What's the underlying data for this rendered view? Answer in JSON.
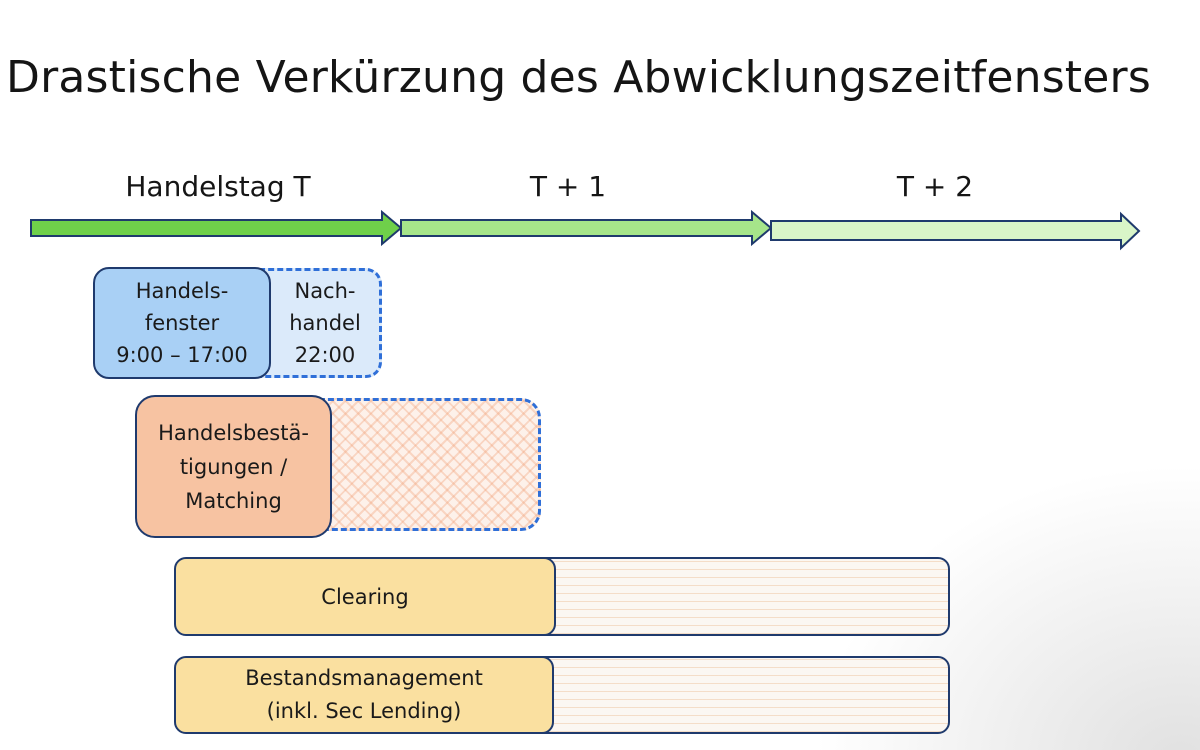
{
  "title": "Drastische Verkürzung des Abwicklungszeitfensters",
  "timeline": {
    "days": [
      {
        "label": "Handelstag T",
        "color": "#6fd04a"
      },
      {
        "label": "T + 1",
        "color": "#a6e58a"
      },
      {
        "label": "T + 2",
        "color": "#d9f5c8"
      }
    ],
    "outline_color": "#1f3a6d"
  },
  "boxes": {
    "handelsfenster": {
      "text": "Handels-\nfenster\n9:00 – 17:00",
      "color": "#a9d0f5"
    },
    "nachhandel": {
      "text": "Nach-\nhandel\n22:00",
      "color": "#dbeafa"
    },
    "handelsbestaetigungen": {
      "text": "Handelsbestä-\ntigungen /\nMatching",
      "color": "#f7c3a2"
    },
    "clearing": {
      "text": "Clearing",
      "color": "#fae0a0"
    },
    "bestandsmanagement": {
      "text": "Bestandsmanagement\n(inkl. Sec Lending)",
      "color": "#fae0a0"
    }
  },
  "dashed_border_color": "#2f6fd8"
}
